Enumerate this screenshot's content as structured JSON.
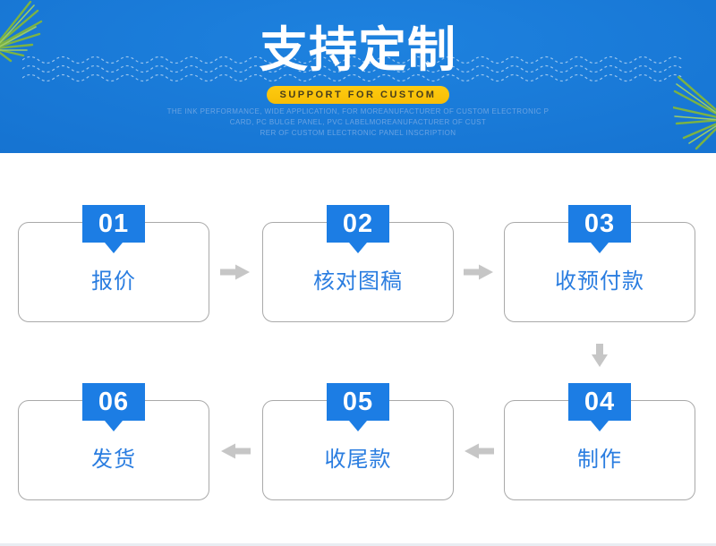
{
  "banner": {
    "title": "支持定制",
    "ribbon_label": "SUPPORT FOR CUSTOM",
    "desc_lines": [
      "THE INK PERFORMANCE, WIDE APPLICATION, FOR MOREANUFACTURER OF CUSTOM ELECTRONIC P",
      "CARD, PC BULGE PANEL, PVC LABELMOREANUFACTURER OF CUST",
      "RER OF CUSTOM ELECTRONIC PANEL INSCRIPTION"
    ]
  },
  "process": {
    "steps": [
      {
        "number": "01",
        "label": "报价"
      },
      {
        "number": "02",
        "label": "核对图稿"
      },
      {
        "number": "03",
        "label": "收预付款"
      },
      {
        "number": "04",
        "label": "制作"
      },
      {
        "number": "05",
        "label": "收尾款"
      },
      {
        "number": "06",
        "label": "发货"
      }
    ]
  },
  "colors": {
    "banner_blue": "#1674d2",
    "badge_blue": "#1c7de4",
    "step_label_blue": "#2a7de0",
    "ribbon_yellow": "#fdc60b",
    "ribbon_text": "#473d1c",
    "arrow_gray": "#c6c6c6",
    "box_border_gray": "#a9a9a9",
    "palm_green": "#7cb342"
  }
}
